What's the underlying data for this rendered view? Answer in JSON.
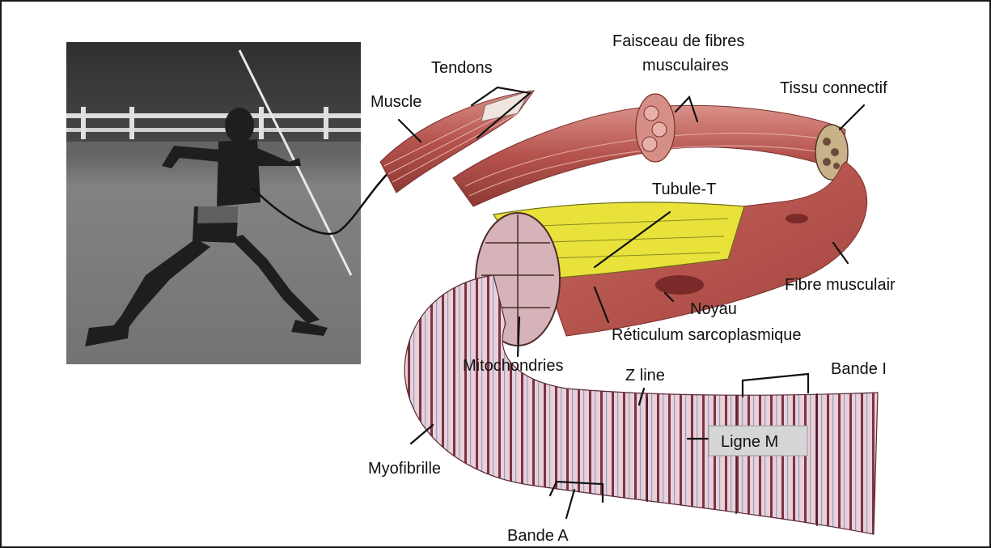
{
  "figure": {
    "labels": {
      "tendons": "Tendons",
      "faisceau_line1": "Faisceau de fibres",
      "faisceau_line2": "musculaires",
      "muscle": "Muscle",
      "tissu_connectif": "Tissu connectif",
      "tubule_t": "Tubule-T",
      "fibre_musculaire": "Fibre musculair",
      "noyau": "Noyau",
      "reticulum": "Réticulum sarcoplasmique",
      "mitochondries": "Mitochondries",
      "z_line": "Z line",
      "bande_i": "Bande I",
      "ligne_m": "Ligne M",
      "myofibrille": "Myofibrille",
      "bande_a": "Bande A"
    },
    "photo_subject": "javelin-thrower-photo",
    "colors": {
      "muscle_red": "#b5524c",
      "muscle_light": "#d98a80",
      "sr_yellow": "#e8e23a",
      "myofibril_pink": "#e9c9d2",
      "myofibril_band": "#6b2b3b",
      "ligne_m_box": "#d6d6d6",
      "photo_gray": "#6d6d6d"
    }
  }
}
